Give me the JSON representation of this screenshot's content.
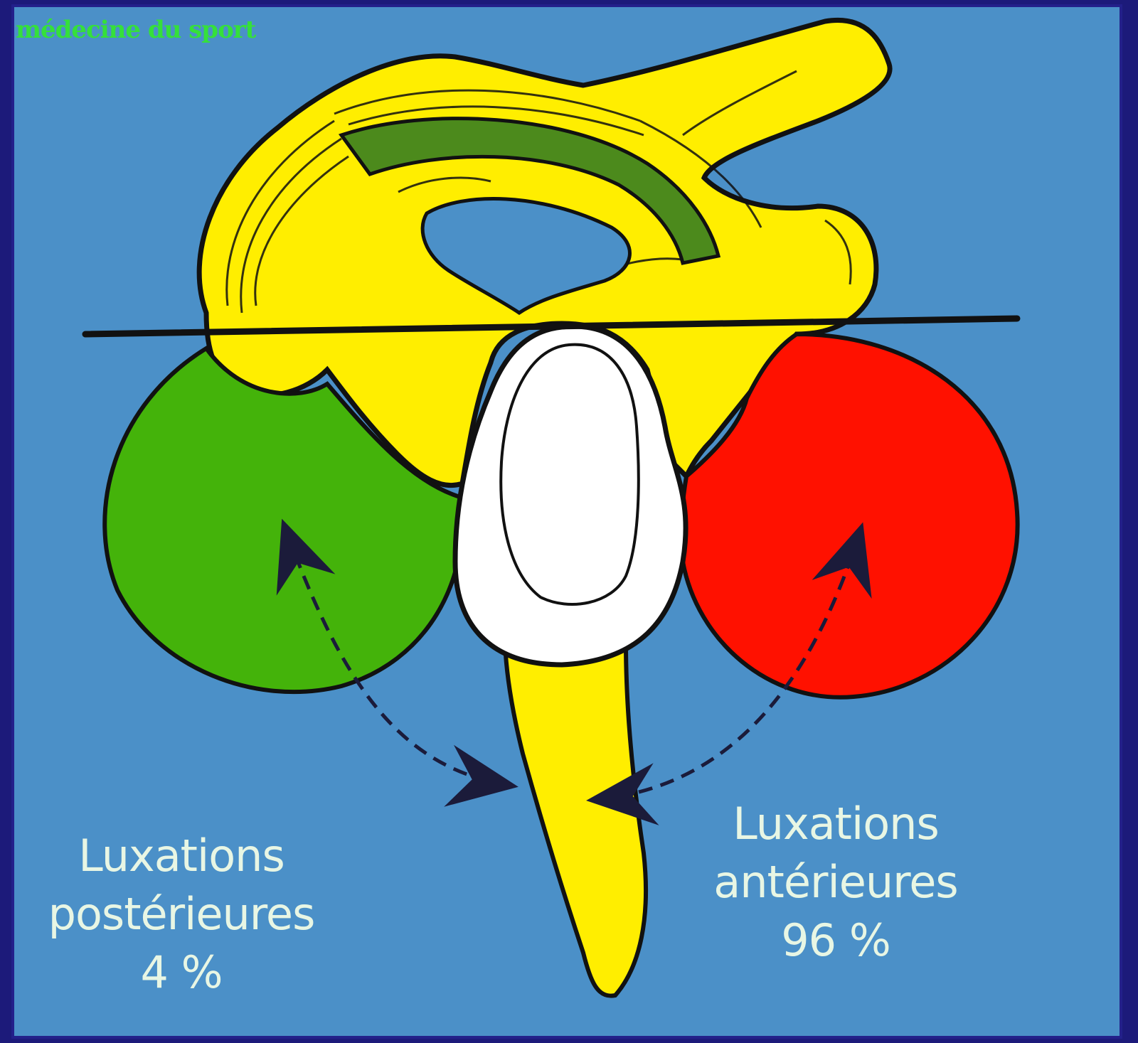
{
  "watermark": "médecine du sport",
  "labels": {
    "posterior": {
      "line1": "Luxations",
      "line2": "postérieures",
      "percent": "4 %"
    },
    "anterior": {
      "line1": "Luxations",
      "line2": "antérieures",
      "percent": "96 %"
    }
  },
  "colors": {
    "background": "#4b90c8",
    "bone": "#ffee00",
    "glenoid": "#ffffff",
    "posterior_head": "#44b30a",
    "anterior_head": "#ff1100",
    "ligament": "#4c8a1c",
    "label_text": "#e8f6e4",
    "watermark": "#35e03a"
  }
}
